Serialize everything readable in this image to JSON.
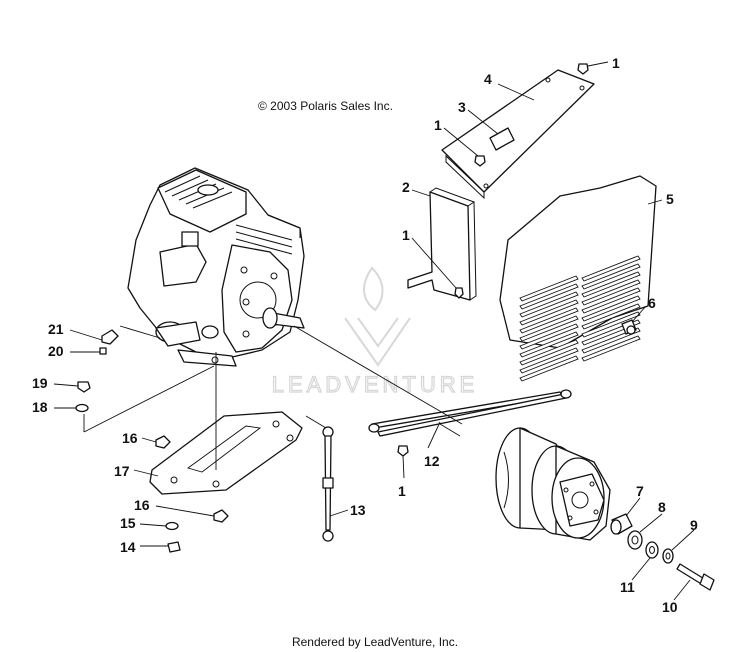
{
  "copyright": "© 2003 Polaris Sales Inc.",
  "footer": "Rendered by LeadVenture, Inc.",
  "watermark": "LEADVENTURE",
  "callouts": [
    "1",
    "4",
    "3",
    "1",
    "2",
    "5",
    "1",
    "6",
    "21",
    "20",
    "19",
    "18",
    "16",
    "17",
    "12",
    "1",
    "13",
    "16",
    "15",
    "14",
    "7",
    "8",
    "9",
    "11",
    "10"
  ]
}
